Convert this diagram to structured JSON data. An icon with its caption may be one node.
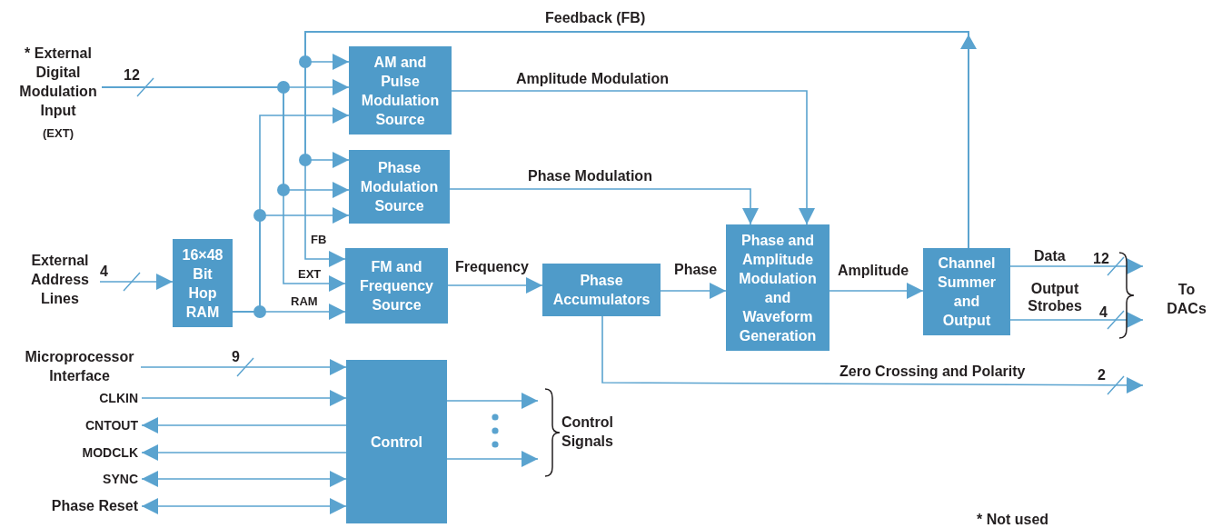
{
  "diagram": {
    "nodes": [
      {
        "text": [
          "* External Digital Modulation Input",
          "(EXT)"
        ]
      },
      {
        "text": [
          "External Address Lines"
        ]
      },
      {
        "text": [
          "16×48 Bit Hop RAM"
        ]
      },
      {
        "text": [
          "AM and Pulse Modulation Source"
        ]
      },
      {
        "text": [
          "Phase Modulation Source"
        ]
      },
      {
        "text": [
          "FM and Frequency Source"
        ]
      },
      {
        "text": [
          "Phase Accumulators"
        ]
      },
      {
        "text": [
          "Phase and Amplitude Modulation and Waveform Generation"
        ]
      },
      {
        "text": [
          "Channel Summer and Output"
        ]
      },
      {
        "text": [
          "Microprocessor Interface"
        ]
      },
      {
        "text": [
          "CLKIN"
        ]
      },
      {
        "text": [
          "CNTOUT"
        ]
      },
      {
        "text": [
          "MODCLK"
        ]
      },
      {
        "text": [
          "SYNC"
        ]
      },
      {
        "text": [
          "Phase Reset"
        ]
      },
      {
        "text": [
          "Control"
        ]
      },
      {
        "text": [
          "Control Signals"
        ]
      },
      {
        "text": [
          "To DACs"
        ]
      }
    ],
    "edges": [
      {
        "from": 8,
        "to": 3,
        "arrow": "to",
        "label": "Feedback (FB)"
      },
      {
        "from": 8,
        "to": 4,
        "arrow": "to"
      },
      {
        "from": 8,
        "to": 5,
        "arrow": "to",
        "label": "FB"
      },
      {
        "from": 0,
        "to": 3,
        "arrow": "to"
      },
      {
        "from": 0,
        "to": 4,
        "arrow": "to"
      },
      {
        "from": 0,
        "to": 5,
        "arrow": "to",
        "label": "EXT"
      },
      {
        "from": 1,
        "to": 2,
        "arrow": "to"
      },
      {
        "from": 2,
        "to": 5,
        "arrow": "to",
        "label": "RAM"
      },
      {
        "from": 2,
        "to": 4,
        "arrow": "to"
      },
      {
        "from": 2,
        "to": 3,
        "arrow": "to"
      },
      {
        "from": 3,
        "to": 7,
        "arrow": "to",
        "label": "Amplitude Modulation"
      },
      {
        "from": 4,
        "to": 7,
        "arrow": "to",
        "label": "Phase Modulation"
      },
      {
        "from": 5,
        "to": 6,
        "arrow": "to",
        "label": "Frequency"
      },
      {
        "from": 6,
        "to": 7,
        "arrow": "to",
        "label": "Phase"
      },
      {
        "from": 7,
        "to": 8,
        "arrow": "to",
        "label": "Amplitude"
      },
      {
        "from": 8,
        "to": 17,
        "arrow": "to",
        "label": "Data"
      },
      {
        "from": 8,
        "to": 17,
        "arrow": "to",
        "label": "Output Strobes"
      },
      {
        "from": 6,
        "to": null,
        "arrow": "to",
        "label": "Zero Crossing and Polarity"
      },
      {
        "from": 9,
        "to": 15,
        "arrow": "to"
      },
      {
        "from": 10,
        "to": 15,
        "arrow": "to"
      },
      {
        "from": 15,
        "to": 11,
        "arrow": "to"
      },
      {
        "from": 15,
        "to": 12,
        "arrow": "to"
      },
      {
        "from": 13,
        "to": 15,
        "arrow": "both"
      },
      {
        "from": 14,
        "to": 15,
        "arrow": "both"
      },
      {
        "from": 15,
        "to": 16,
        "arrow": "to"
      },
      {
        "from": 15,
        "to": 16,
        "arrow": "to"
      }
    ],
    "labels": [
      "12",
      "4",
      "9",
      "12",
      "4",
      "2",
      "* Not used"
    ]
  }
}
